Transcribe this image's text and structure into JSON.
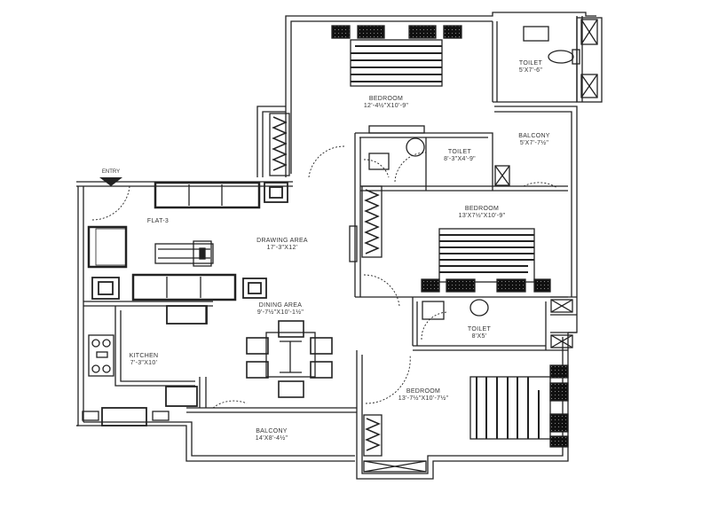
{
  "plan": {
    "flat_label": "FLAT-3",
    "entry_label": "ENTRY",
    "line_color": "#222222",
    "fill_dark": "#1a1a1a",
    "background": "#ffffff"
  },
  "rooms": [
    {
      "id": "bedroom-1",
      "name": "BEDROOM",
      "dims": "12'-4½\"X10'-9\""
    },
    {
      "id": "toilet-1",
      "name": "TOILET",
      "dims": "5'X7'-6\""
    },
    {
      "id": "balcony-1",
      "name": "BALCONY",
      "dims": "5'X7'-7½\""
    },
    {
      "id": "toilet-2",
      "name": "TOILET",
      "dims": "8'-3\"X4'-9\""
    },
    {
      "id": "bedroom-2",
      "name": "BEDROOM",
      "dims": "13'X7½\"X10'-9\""
    },
    {
      "id": "drawing-area",
      "name": "DRAWING AREA",
      "dims": "17'-3\"X12'"
    },
    {
      "id": "dining-area",
      "name": "DINING AREA",
      "dims": "9'-7½\"X10'-1½\""
    },
    {
      "id": "kitchen",
      "name": "KITCHEN",
      "dims": "7'-3\"X10'"
    },
    {
      "id": "toilet-3",
      "name": "TOILET",
      "dims": "8'X5'"
    },
    {
      "id": "bedroom-3",
      "name": "BEDROOM",
      "dims": "13'-7½\"X10'-7½\""
    },
    {
      "id": "balcony-2",
      "name": "BALCONY",
      "dims": "14'X8'-4½\""
    }
  ]
}
